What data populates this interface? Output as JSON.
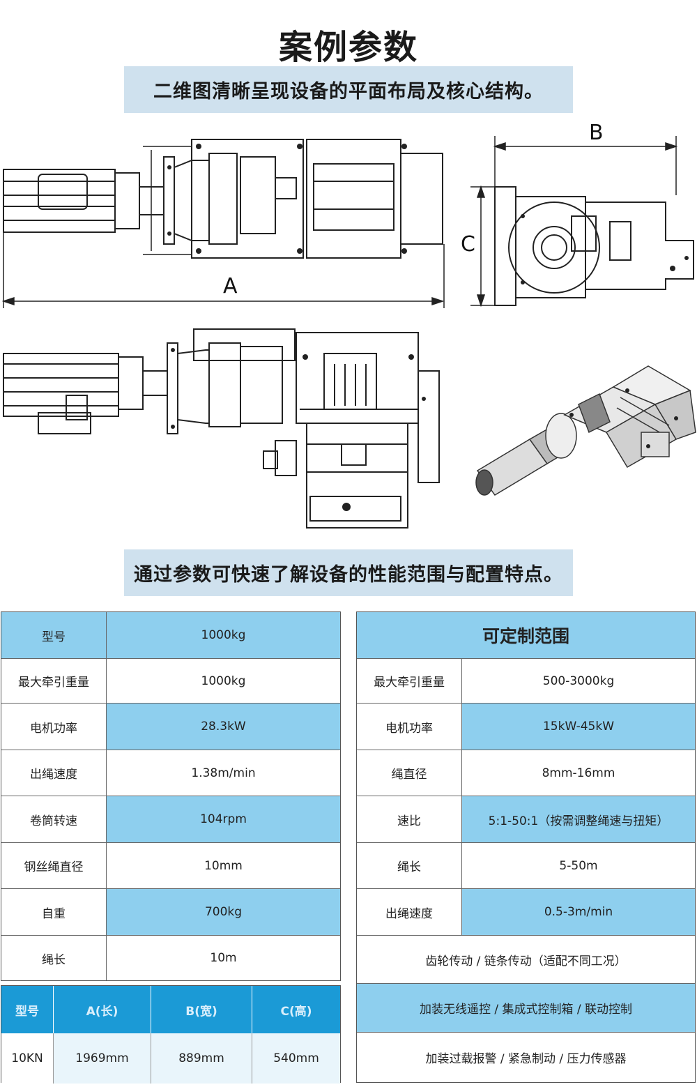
{
  "page": {
    "title": "案例参数",
    "banner_top": "二维图清晰呈现设备的平面布局及核心结构。",
    "banner_bottom": "通过参数可快速了解设备的性能范围与配置特点。"
  },
  "drawing": {
    "dim_a": "A",
    "dim_b": "B",
    "dim_c": "C"
  },
  "spec_table": {
    "rows": [
      {
        "label": "型号",
        "value": "1000kg"
      },
      {
        "label": "最大牵引重量",
        "value": "1000kg"
      },
      {
        "label": "电机功率",
        "value": "28.3kW"
      },
      {
        "label": "出绳速度",
        "value": "1.38m/min"
      },
      {
        "label": "卷筒转速",
        "value": "104rpm"
      },
      {
        "label": "钢丝绳直径",
        "value": "10mm"
      },
      {
        "label": "自重",
        "value": "700kg"
      },
      {
        "label": "绳长",
        "value": "10m"
      }
    ]
  },
  "custom_table": {
    "title": "可定制范围",
    "rows": [
      {
        "label": "最大牵引重量",
        "value": "500-3000kg"
      },
      {
        "label": "电机功率",
        "value": "15kW-45kW"
      },
      {
        "label": "绳直径",
        "value": "8mm-16mm"
      },
      {
        "label": "速比",
        "value": "5:1-50:1（按需调整绳速与扭矩）"
      },
      {
        "label": "绳长",
        "value": "5-50m"
      },
      {
        "label": "出绳速度",
        "value": "0.5-3m/min"
      }
    ],
    "notes": [
      "齿轮传动 / 链条传动（适配不同工况）",
      "加装无线遥控 / 集成式控制箱 / 联动控制",
      "加装过载报警 / 紧急制动 / 压力传感器"
    ]
  },
  "dim_table": {
    "headers": [
      "型号",
      "A(长)",
      "B(宽)",
      "C(高)"
    ],
    "values": [
      "10KN",
      "1969mm",
      "889mm",
      "540mm"
    ]
  }
}
